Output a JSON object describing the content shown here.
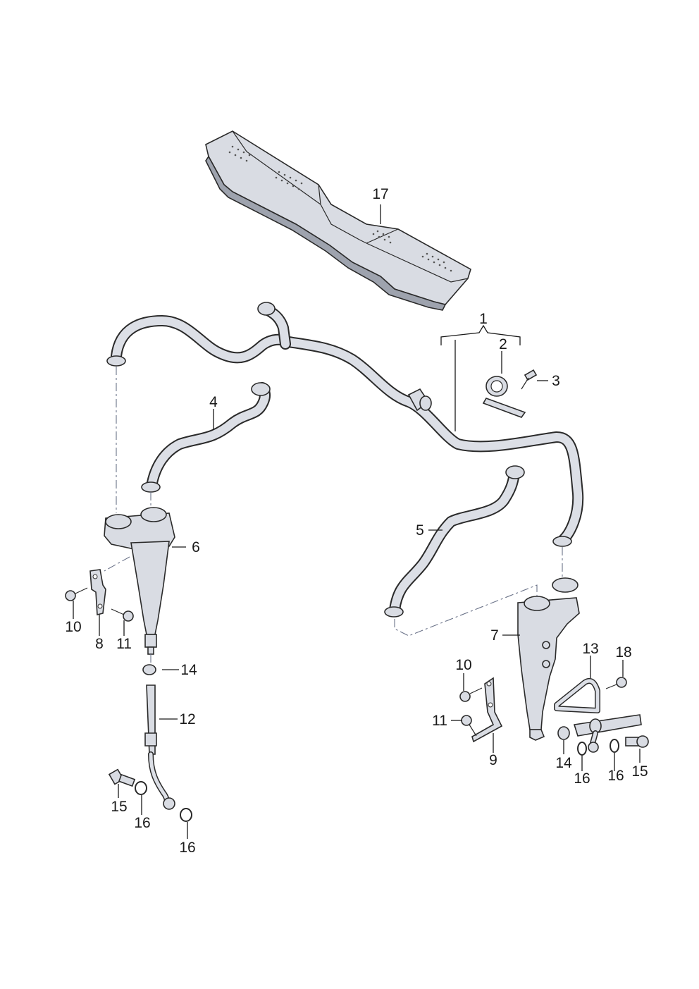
{
  "diagram": {
    "colors": {
      "part_fill": "#d9dce3",
      "part_shade": "#9ea3ae",
      "outline": "#2a2a2a",
      "background": "#ffffff"
    },
    "callouts": {
      "c1": "1",
      "c2": "2",
      "c3": "3",
      "c4": "4",
      "c5": "5",
      "c6": "6",
      "c7": "7",
      "c8": "8",
      "c9": "9",
      "c10a": "10",
      "c10b": "10",
      "c11a": "11",
      "c11b": "11",
      "c12": "12",
      "c13": "13",
      "c14a": "14",
      "c14b": "14",
      "c15a": "15",
      "c15b": "15",
      "c16a": "16",
      "c16b": "16",
      "c16c": "16",
      "c16d": "16",
      "c17": "17",
      "c18": "18"
    }
  }
}
